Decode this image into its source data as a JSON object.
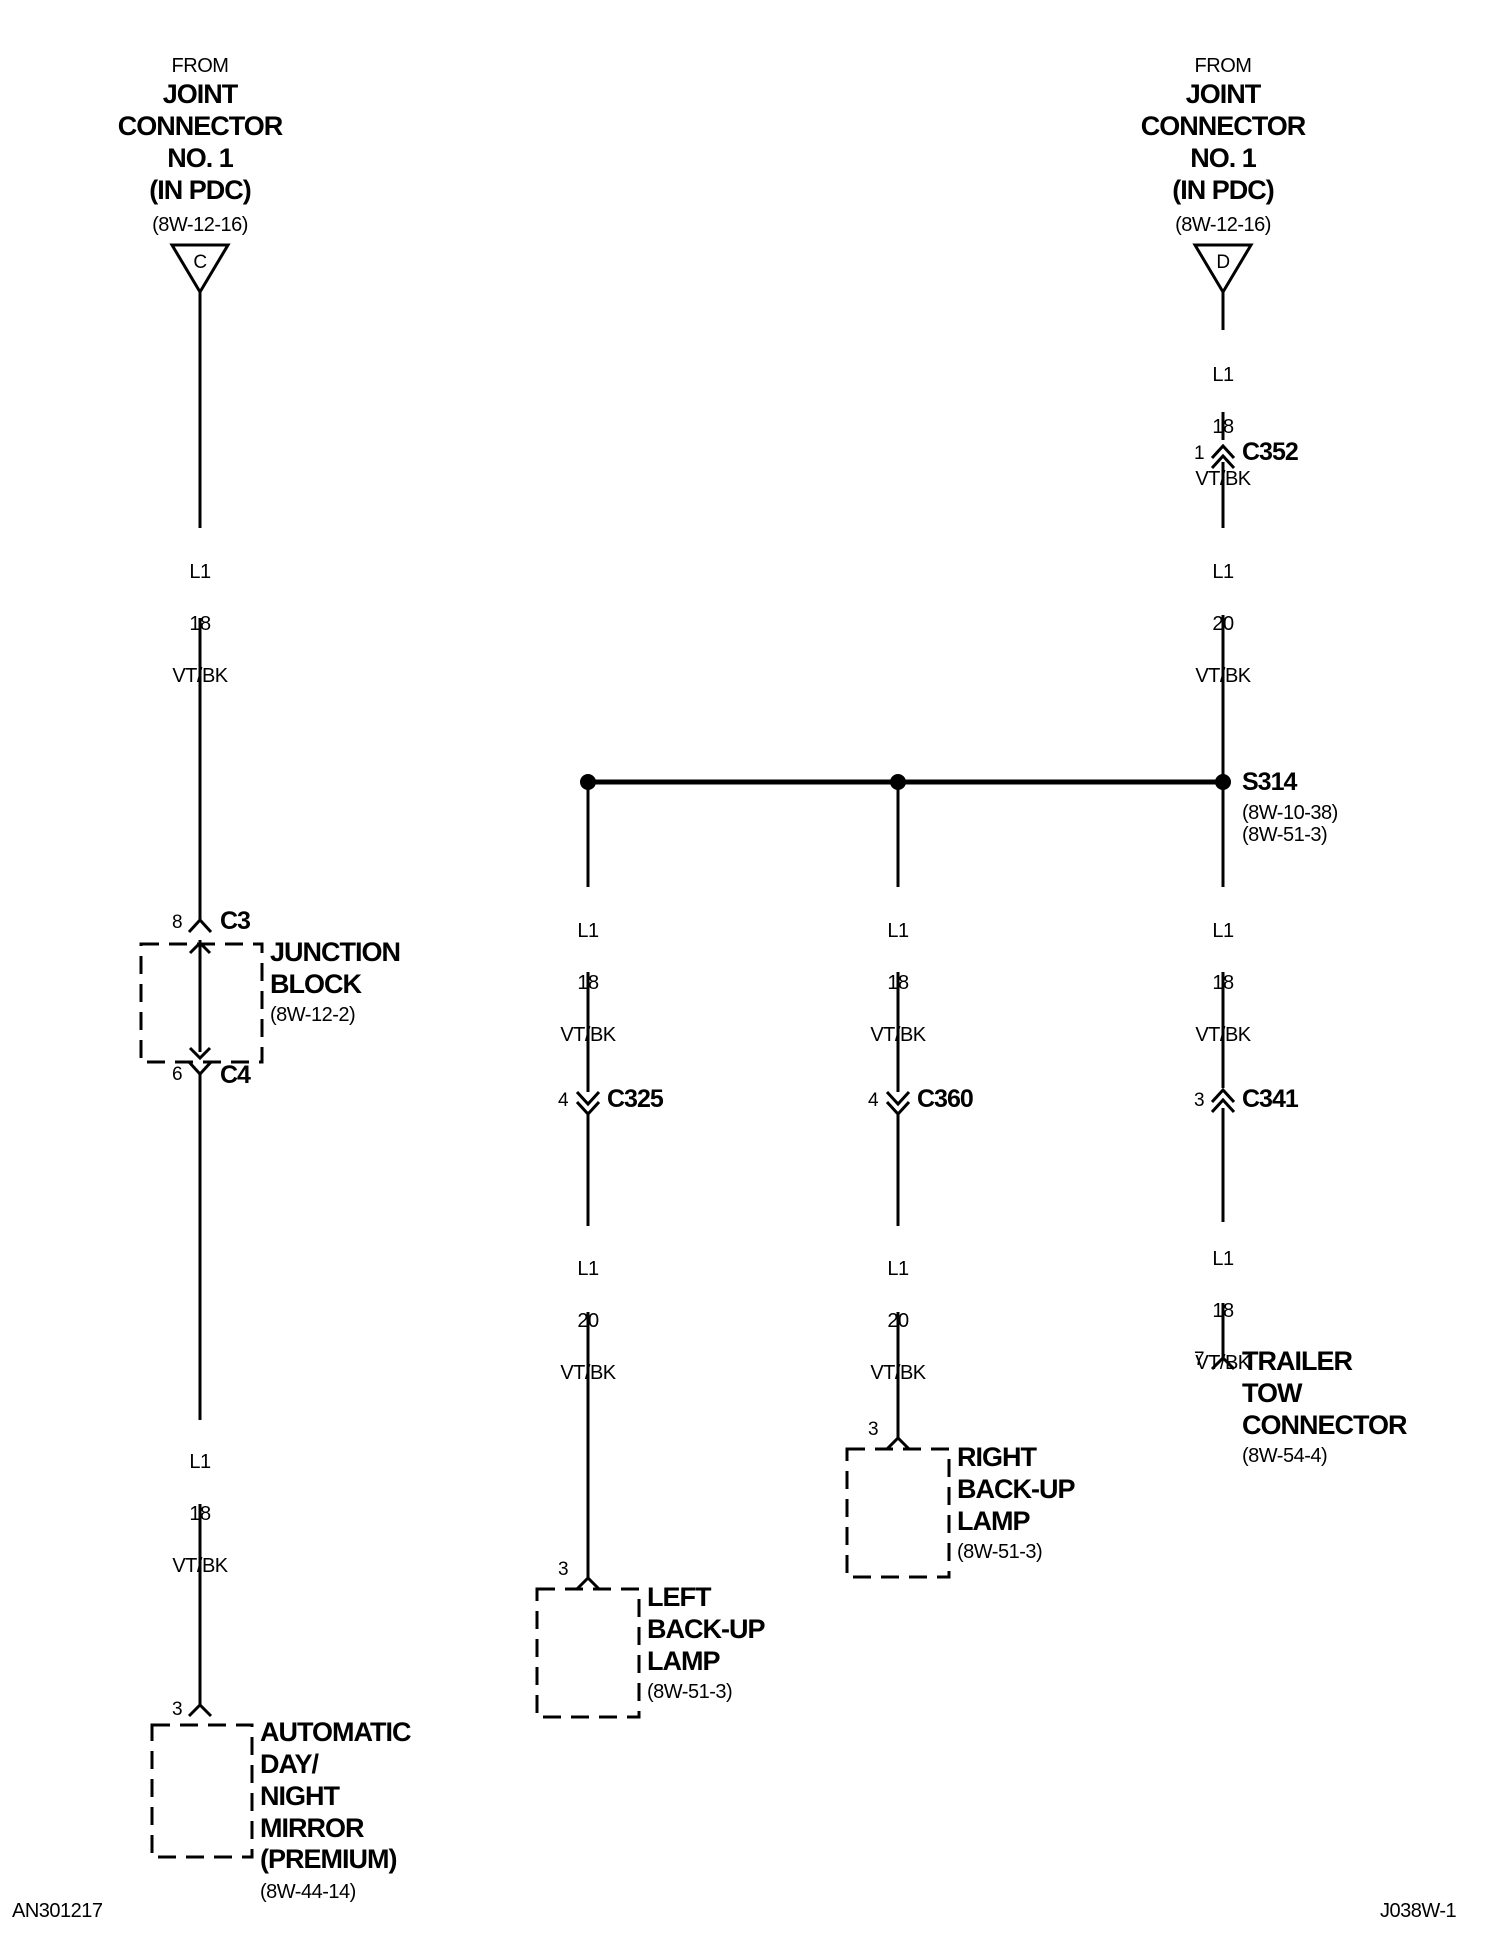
{
  "sources": [
    {
      "from": "FROM",
      "name": "JOINT\nCONNECTOR\nNO. 1\n(IN PDC)",
      "ref": "(8W-12-16)",
      "letter": "C"
    },
    {
      "from": "FROM",
      "name": "JOINT\nCONNECTOR\nNO. 1\n(IN PDC)",
      "ref": "(8W-12-16)",
      "letter": "D"
    }
  ],
  "wires": {
    "left_upper": {
      "circuit": "L1",
      "gauge": "18",
      "color": "VT/BK"
    },
    "left_lower": {
      "circuit": "L1",
      "gauge": "18",
      "color": "VT/BK"
    },
    "right_top": {
      "circuit": "L1",
      "gauge": "18",
      "color": "VT/BK"
    },
    "right_mid": {
      "circuit": "L1",
      "gauge": "20",
      "color": "VT/BK"
    },
    "branch1_upper": {
      "circuit": "L1",
      "gauge": "18",
      "color": "VT/BK"
    },
    "branch1_lower": {
      "circuit": "L1",
      "gauge": "20",
      "color": "VT/BK"
    },
    "branch2_upper": {
      "circuit": "L1",
      "gauge": "18",
      "color": "VT/BK"
    },
    "branch2_lower": {
      "circuit": "L1",
      "gauge": "20",
      "color": "VT/BK"
    },
    "branch3_upper": {
      "circuit": "L1",
      "gauge": "18",
      "color": "VT/BK"
    },
    "branch3_lower": {
      "circuit": "L1",
      "gauge": "18",
      "color": "VT/BK"
    }
  },
  "connectors": {
    "c3": {
      "pin": "8",
      "name": "C3"
    },
    "c4": {
      "pin": "6",
      "name": "C4"
    },
    "c352": {
      "pin": "1",
      "name": "C352"
    },
    "c325": {
      "pin": "4",
      "name": "C325"
    },
    "c360": {
      "pin": "4",
      "name": "C360"
    },
    "c341": {
      "pin": "3",
      "name": "C341"
    }
  },
  "splice": {
    "name": "S314",
    "refs": "(8W-10-38)\n(8W-51-3)"
  },
  "components": {
    "junction_block": {
      "name": "JUNCTION\nBLOCK",
      "ref": "(8W-12-2)"
    },
    "mirror": {
      "pin": "3",
      "name": "AUTOMATIC\nDAY/\nNIGHT\nMIRROR\n(PREMIUM)",
      "ref": "(8W-44-14)"
    },
    "left_lamp": {
      "pin": "3",
      "name": "LEFT\nBACK-UP\nLAMP",
      "ref": "(8W-51-3)"
    },
    "right_lamp": {
      "pin": "3",
      "name": "RIGHT\nBACK-UP\nLAMP",
      "ref": "(8W-51-3)"
    },
    "trailer": {
      "pin": "7",
      "name": "TRAILER\nTOW\nCONNECTOR",
      "ref": "(8W-54-4)"
    }
  },
  "footer": {
    "left": "AN301217",
    "right": "J038W-1"
  }
}
